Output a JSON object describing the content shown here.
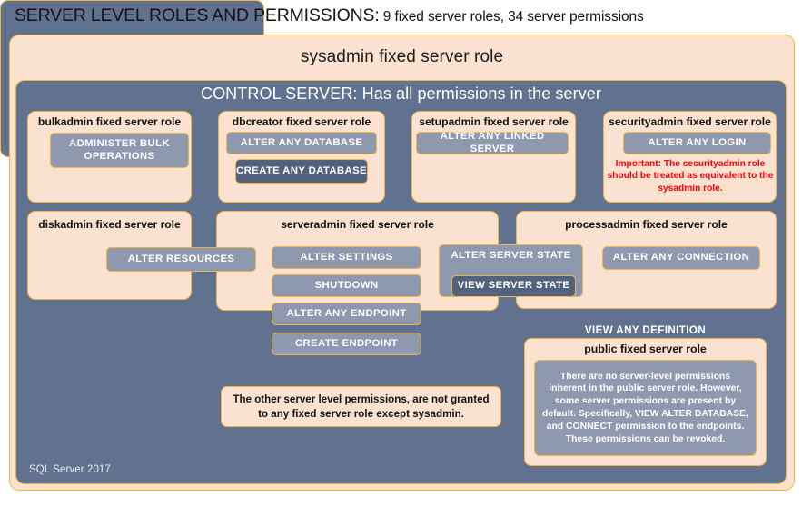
{
  "header": {
    "title_main": "SERVER LEVEL ROLES AND PERMISSIONS:",
    "title_sub": " 9 fixed server roles, 34 server permissions"
  },
  "diagram": {
    "sysadmin_label": "sysadmin  fixed  server  role",
    "control_server_label": "CONTROL SERVER: Has all permissions in the server",
    "version_label": "SQL Server 2017",
    "roles": [
      {
        "id": "bulkadmin",
        "title": "bulkadmin  fixed server role",
        "permissions": [
          "ADMINISTER  BULK OPERATIONS"
        ]
      },
      {
        "id": "dbcreator",
        "title": "dbcreator fixed server role",
        "permissions": [
          "ALTER ANY DATABASE",
          "CREATE ANY DATABASE"
        ]
      },
      {
        "id": "setupadmin",
        "title": "setupadmin fixed server role",
        "permissions": [
          "ALTER ANY LINKED SERVER"
        ]
      },
      {
        "id": "securityadmin",
        "title": "securityadmin  fixed server role",
        "permissions": [
          "ALTER ANY LOGIN"
        ],
        "note": "Important:  The securityadmin role should  be treated as equivalent to the  sysadmin role."
      },
      {
        "id": "diskadmin",
        "title": "diskadmin  fixed server role",
        "permissions": [
          "ALTER RESOURCES"
        ]
      },
      {
        "id": "serveradmin",
        "title": "serveradmin fixed server role",
        "permissions": [
          "ALTER SETTINGS",
          "SHUTDOWN",
          "ALTER ANY ENDPOINT",
          "CREATE  ENDPOINT",
          "ALTER SERVER  STATE",
          "VIEW SERVER  STATE"
        ]
      },
      {
        "id": "processadmin",
        "title": "processadmin fixed server role",
        "permissions": [
          "ALTER ANY CONNECTION"
        ]
      },
      {
        "id": "public",
        "title": "public  fixed server role",
        "wrapper_permission": "VIEW ANY DEFINITION",
        "note": "There are no server-level permissions inherent in the public server role. However, some server permissions are present by default. Specifically, VIEW ALTER DATABASE, and CONNECT permission to the endpoints. These permissions can be revoked."
      }
    ],
    "other_permissions_note": "The other server level permissions,  are not granted to any fixed server role except sysadmin."
  },
  "colors": {
    "peach_fill": "#fbe2d0",
    "gold_border": "#f0b63f",
    "slate_fill": "#60728f",
    "permission_fill": "#8e98ae",
    "permission_fill_dark": "#54617c",
    "warning_text": "#fb0007",
    "title_text": "#131313"
  }
}
